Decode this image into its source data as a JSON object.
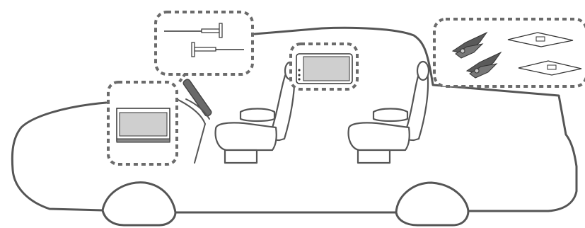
{
  "diagram": {
    "subject": "vehicle-side-view",
    "callouts": [
      {
        "id": "antenna-cables",
        "kind": "dashed-callout"
      },
      {
        "id": "head-unit",
        "kind": "dashed-callout"
      },
      {
        "id": "rear-monitor",
        "kind": "dashed-callout"
      },
      {
        "id": "clips-and-brackets",
        "kind": "dashed-callout"
      }
    ]
  },
  "colors": {
    "outline": "#555555",
    "dashed_border": "#6b6b6b",
    "device_screen": "#cfcfcf",
    "clip_fill": "#5a5a5a"
  }
}
